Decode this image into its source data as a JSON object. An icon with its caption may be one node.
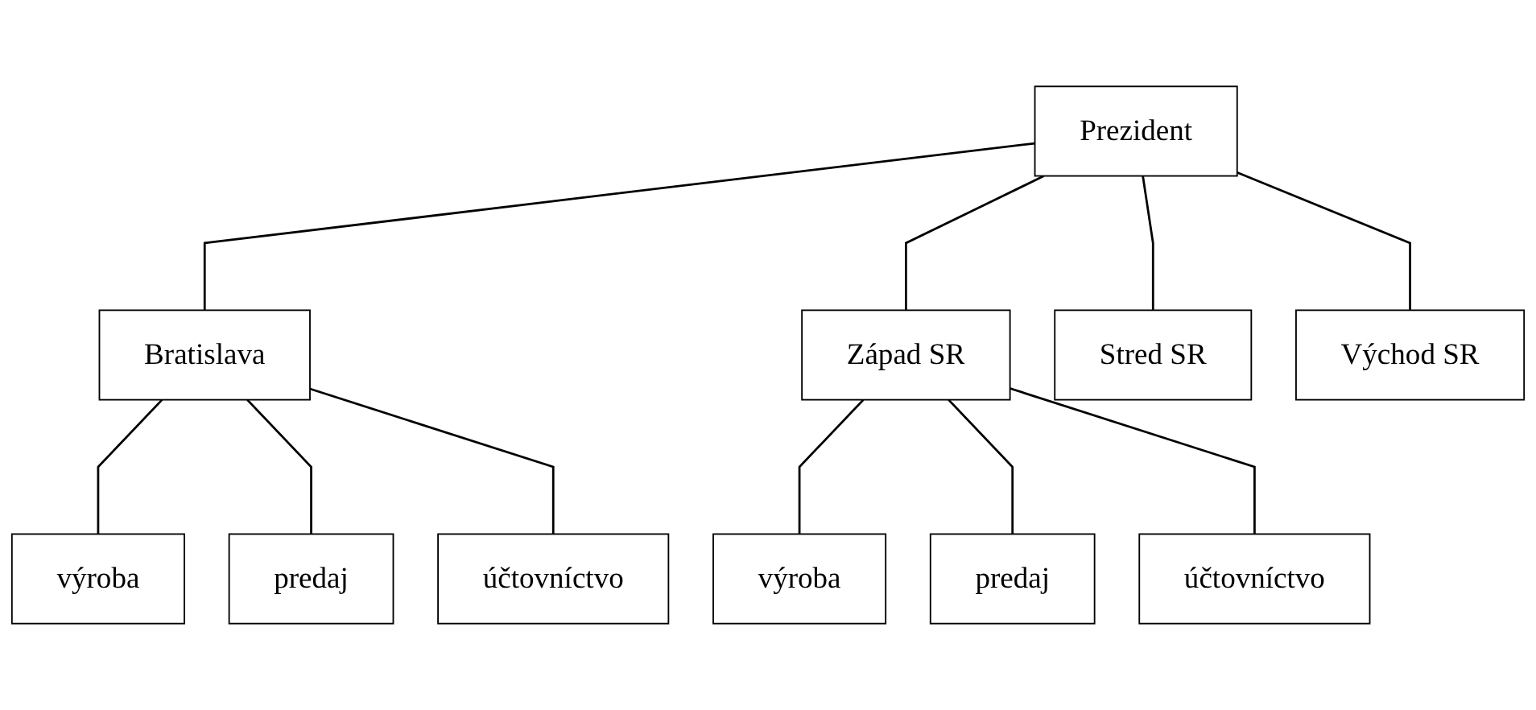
{
  "diagram": {
    "nodes": [
      {
        "text": [
          "Prezident"
        ]
      },
      {
        "text": [
          "Bratislava"
        ]
      },
      {
        "text": [
          "Západ SR"
        ]
      },
      {
        "text": [
          "Stred SR"
        ]
      },
      {
        "text": [
          "Východ SR"
        ]
      },
      {
        "text": [
          "výroba"
        ]
      },
      {
        "text": [
          "predaj"
        ]
      },
      {
        "text": [
          "účtovníctvo"
        ]
      },
      {
        "text": [
          "výroba"
        ]
      },
      {
        "text": [
          "predaj"
        ]
      },
      {
        "text": [
          "účtovníctvo"
        ]
      }
    ],
    "edges": [
      {
        "from": 0,
        "to": 1,
        "arrow": "none"
      },
      {
        "from": 0,
        "to": 2,
        "arrow": "none"
      },
      {
        "from": 0,
        "to": 3,
        "arrow": "none"
      },
      {
        "from": 0,
        "to": 4,
        "arrow": "none"
      },
      {
        "from": 1,
        "to": 5,
        "arrow": "none"
      },
      {
        "from": 1,
        "to": 6,
        "arrow": "none"
      },
      {
        "from": 1,
        "to": 7,
        "arrow": "none"
      },
      {
        "from": 2,
        "to": 8,
        "arrow": "none"
      },
      {
        "from": 2,
        "to": 9,
        "arrow": "none"
      },
      {
        "from": 2,
        "to": 10,
        "arrow": "none"
      }
    ]
  }
}
